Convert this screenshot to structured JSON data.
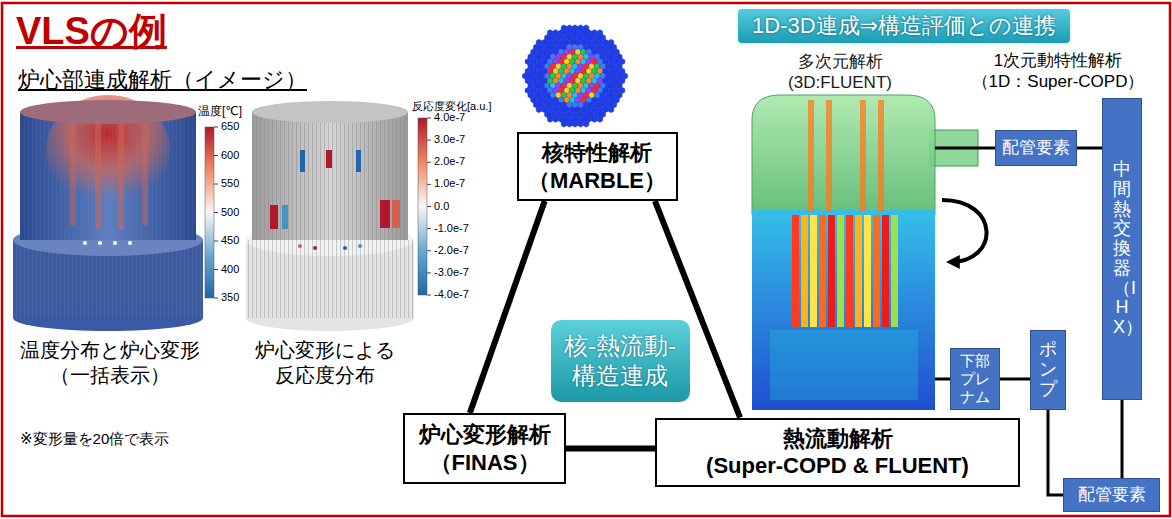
{
  "diagram": {
    "title": "VLSの例",
    "nodes": [
      {
        "text": [
          "核特性解析",
          "（MARBLE）"
        ]
      },
      {
        "text": [
          "核-熱流動- 構造連成"
        ]
      },
      {
        "text": [
          "炉心変形解析",
          "（FINAS）"
        ]
      },
      {
        "text": [
          "熱流動解析",
          "(Super-COPD & FLUENT)"
        ]
      },
      {
        "text": [
          "1D-3D連成⇒構造評価との連携"
        ]
      },
      {
        "text": [
          "多次元解析",
          "(3D:FLUENT)"
        ]
      },
      {
        "text": [
          "配管要素"
        ]
      },
      {
        "text": [
          "中間熱交換器（IHX）"
        ]
      },
      {
        "text": [
          "下部プレナム"
        ]
      },
      {
        "text": [
          "ポンプ"
        ]
      },
      {
        "text": [
          "配管要素"
        ]
      }
    ],
    "edges": [
      {
        "from": 0,
        "to": 2,
        "arrow": "none"
      },
      {
        "from": 0,
        "to": 3,
        "arrow": "none"
      },
      {
        "from": 2,
        "to": 3,
        "arrow": "none"
      },
      {
        "from": 5,
        "to": 6,
        "arrow": "none"
      },
      {
        "from": 6,
        "to": 7,
        "arrow": "none"
      },
      {
        "from": 7,
        "to": 10,
        "arrow": "none"
      },
      {
        "from": 10,
        "to": 9,
        "arrow": "none"
      },
      {
        "from": 9,
        "to": 8,
        "arrow": "none"
      },
      {
        "from": 8,
        "to": 5,
        "arrow": "none"
      }
    ],
    "labels": [
      "炉心部連成解析（イメージ）",
      "温度[℃]",
      "650",
      "600",
      "550",
      "500",
      "450",
      "400",
      "350",
      "反応度変化[a.u.]",
      "4.0e-7",
      "3.0e-7",
      "2.0e-7",
      "1.0e-7",
      "0.0",
      "-1.0e-7",
      "-2.0e-7",
      "-3.0e-7",
      "-4.0e-7",
      "温度分布と炉心変形 （一括表示）",
      "炉心変形による 反応度分布",
      "※変形量を20倍で表示",
      "1次元動特性解析",
      "（1D：Super-COPD）"
    ]
  }
}
